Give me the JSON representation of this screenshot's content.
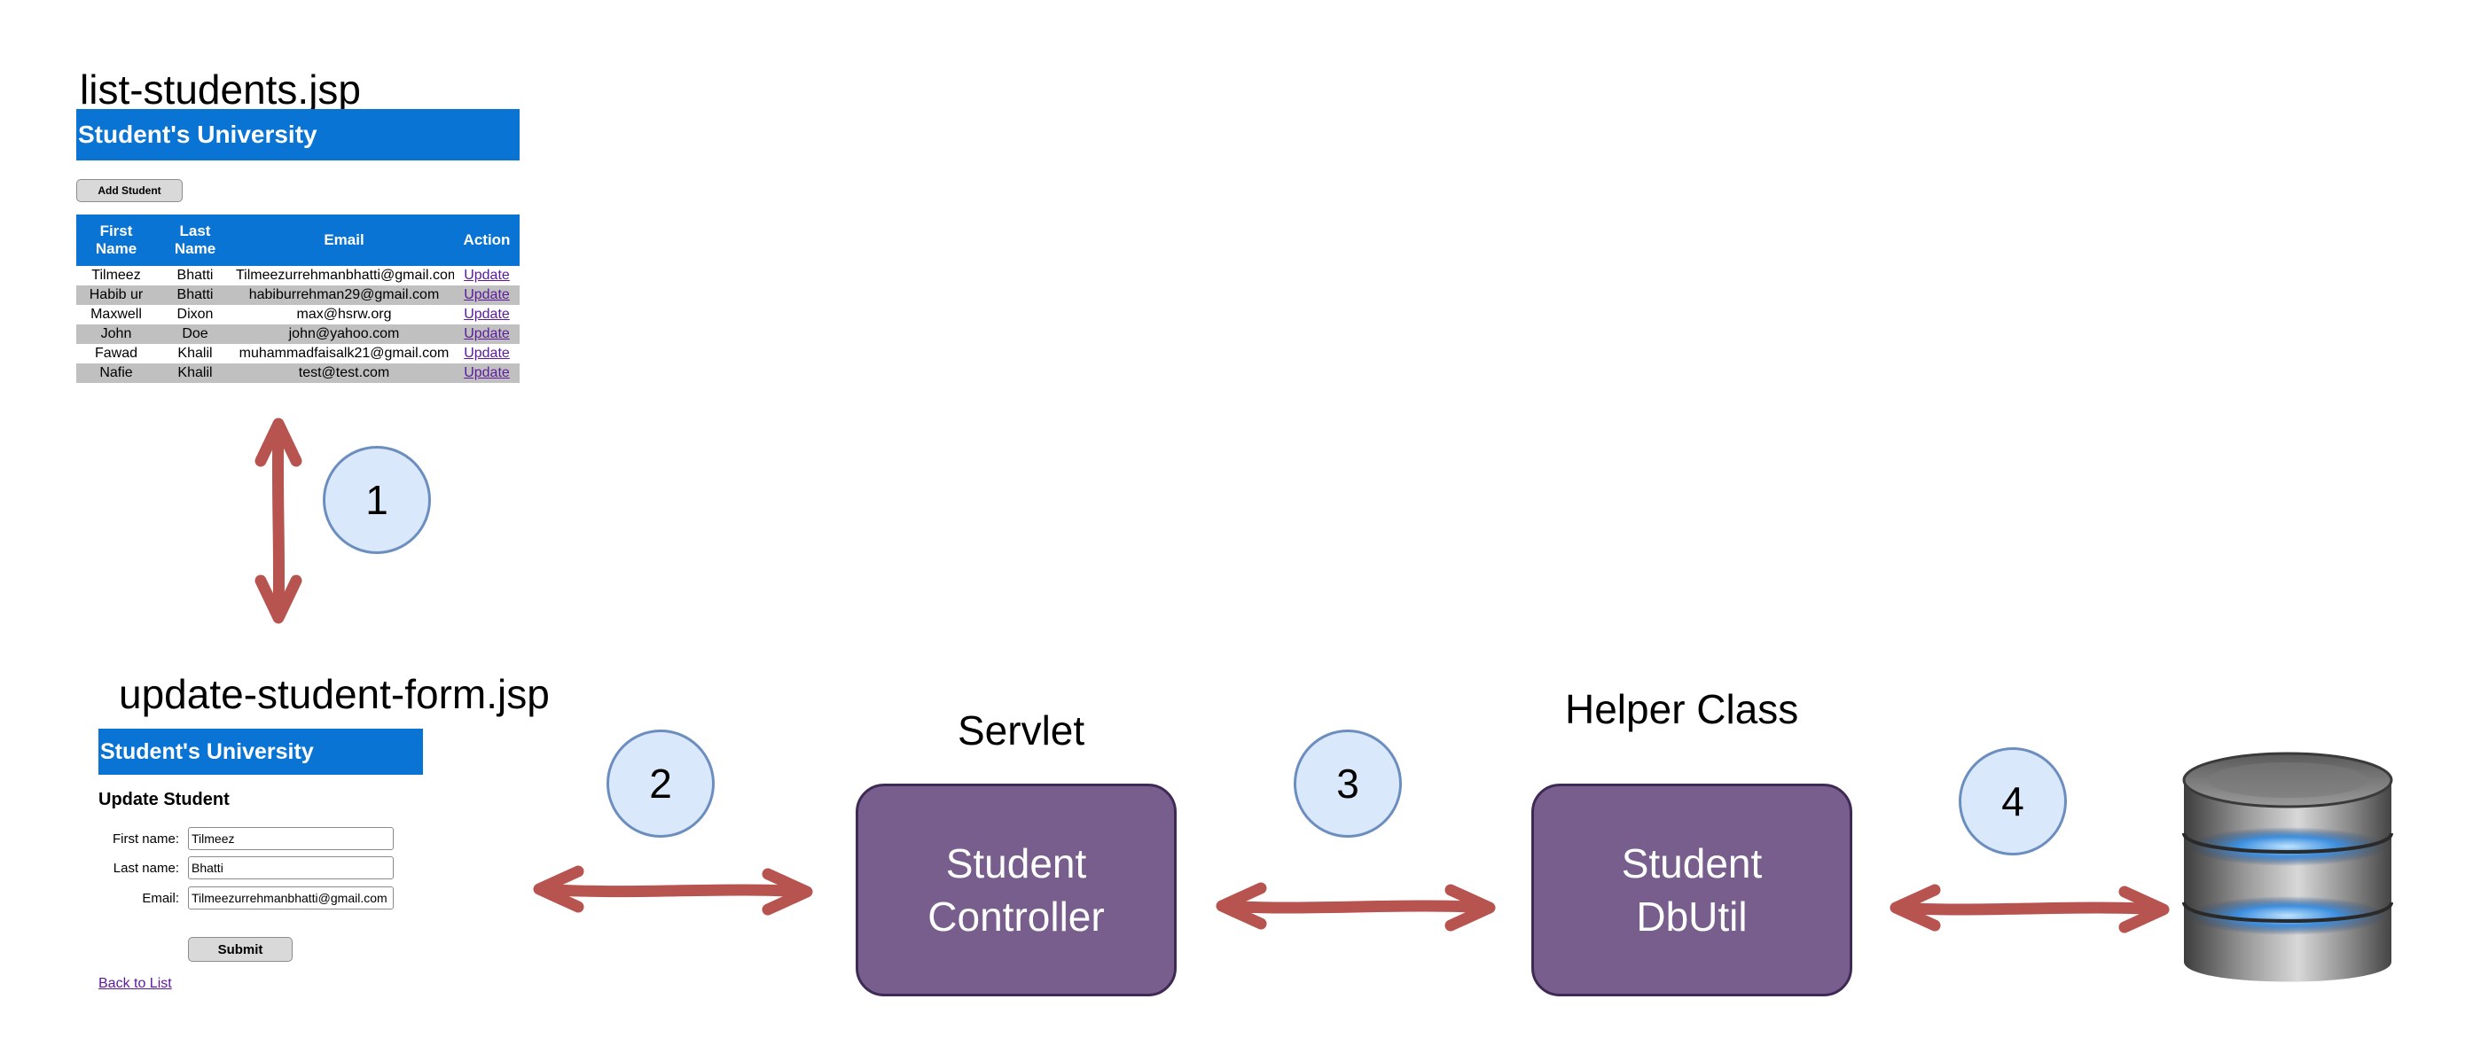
{
  "list_panel": {
    "file_title": "list-students.jsp",
    "header": "Student's University",
    "add_button": "Add Student",
    "columns": [
      "First\nName",
      "Last\nName",
      "Email",
      "Action"
    ],
    "rows": [
      {
        "first": "Tilmeez",
        "last": "Bhatti",
        "email": "Tilmeezurrehmanbhatti@gmail.com",
        "action": "Update"
      },
      {
        "first": "Habib ur",
        "last": "Bhatti",
        "email": "habiburrehman29@gmail.com",
        "action": "Update"
      },
      {
        "first": "Maxwell",
        "last": "Dixon",
        "email": "max@hsrw.org",
        "action": "Update"
      },
      {
        "first": "John",
        "last": "Doe",
        "email": "john@yahoo.com",
        "action": "Update"
      },
      {
        "first": "Fawad",
        "last": "Khalil",
        "email": "muhammadfaisalk21@gmail.com",
        "action": "Update"
      },
      {
        "first": "Nafie",
        "last": "Khalil",
        "email": "test@test.com",
        "action": "Update"
      }
    ]
  },
  "form_panel": {
    "file_title": "update-student-form.jsp",
    "header": "Student's University",
    "heading": "Update Student",
    "fields": {
      "first_name_label": "First name:",
      "first_name_value": "Tilmeez",
      "last_name_label": "Last name:",
      "last_name_value": "Bhatti",
      "email_label": "Email:",
      "email_value": "Tilmeezurrehmanbhatti@gmail.com"
    },
    "submit_button": "Submit",
    "back_link": "Back to List"
  },
  "components": {
    "servlet_label": "Servlet",
    "controller_line1": "Student",
    "controller_line2": "Controller",
    "helper_label": "Helper Class",
    "dbutil_line1": "Student",
    "dbutil_line2": "DbUtil"
  },
  "steps": [
    "1",
    "2",
    "3",
    "4"
  ],
  "colors": {
    "header_blue": "#0a74d4",
    "component_fill": "#785e8c",
    "arrow_red": "#b85450",
    "step_fill": "#dae8fc",
    "step_border": "#6c8ebf"
  }
}
